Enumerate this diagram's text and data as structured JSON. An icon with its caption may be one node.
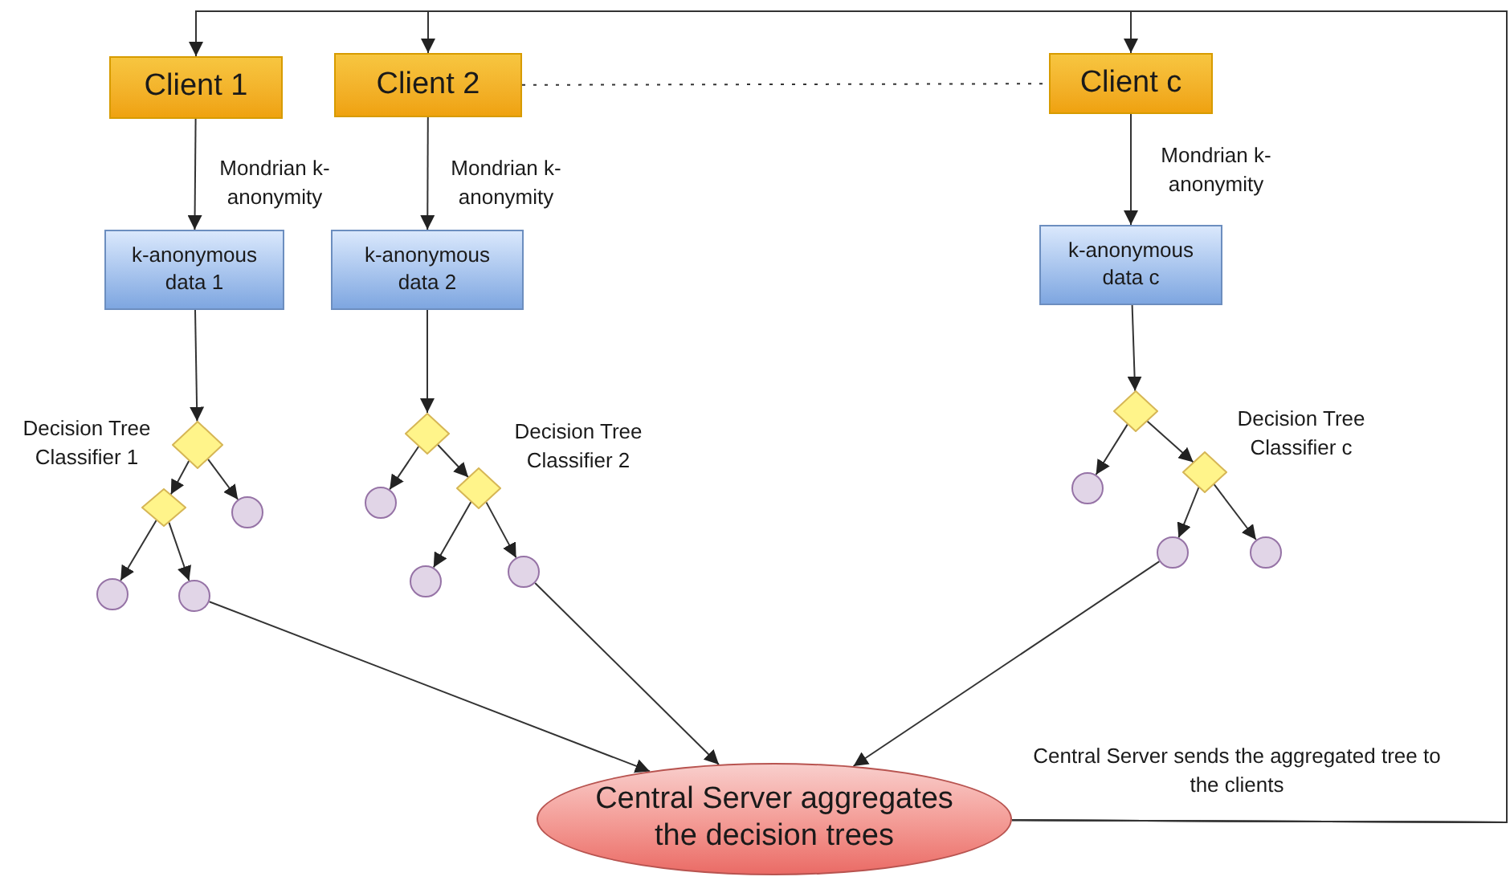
{
  "diagram": {
    "nodes": [
      {
        "text": [
          "Client 1"
        ]
      },
      {
        "text": [
          "Client 2"
        ]
      },
      {
        "text": [
          "Client c"
        ]
      },
      {
        "text": [
          "k-anonymous data 1"
        ]
      },
      {
        "text": [
          "k-anonymous data 2"
        ]
      },
      {
        "text": [
          "k-anonymous data c"
        ]
      },
      {
        "text": [],
        "shape": "diamond"
      },
      {
        "text": [],
        "shape": "diamond"
      },
      {
        "text": [],
        "shape": "circle"
      },
      {
        "text": [],
        "shape": "circle"
      },
      {
        "text": [],
        "shape": "circle"
      },
      {
        "text": [],
        "shape": "diamond"
      },
      {
        "text": [],
        "shape": "circle"
      },
      {
        "text": [],
        "shape": "diamond"
      },
      {
        "text": [],
        "shape": "circle"
      },
      {
        "text": [],
        "shape": "circle"
      },
      {
        "text": [],
        "shape": "diamond"
      },
      {
        "text": [],
        "shape": "circle"
      },
      {
        "text": [],
        "shape": "diamond"
      },
      {
        "text": [],
        "shape": "circle"
      },
      {
        "text": [],
        "shape": "circle"
      },
      {
        "text": [
          "Central Server aggregates the decision trees"
        ]
      }
    ],
    "edges": [
      {
        "from": 0,
        "to": 3,
        "arrow": "to",
        "label": "Mondrian k-anonymity"
      },
      {
        "from": 1,
        "to": 4,
        "arrow": "to",
        "label": "Mondrian k-anonymity"
      },
      {
        "from": 2,
        "to": 5,
        "arrow": "to",
        "label": "Mondrian k-anonymity"
      },
      {
        "from": 1,
        "to": 2,
        "arrow": "none",
        "style": "dashed"
      },
      {
        "from": 3,
        "to": 6,
        "arrow": "to"
      },
      {
        "from": 4,
        "to": 11,
        "arrow": "to"
      },
      {
        "from": 5,
        "to": 16,
        "arrow": "to"
      },
      {
        "from": 6,
        "to": 7,
        "arrow": "to"
      },
      {
        "from": 6,
        "to": 8,
        "arrow": "to"
      },
      {
        "from": 7,
        "to": 9,
        "arrow": "to"
      },
      {
        "from": 7,
        "to": 10,
        "arrow": "to"
      },
      {
        "from": 11,
        "to": 12,
        "arrow": "to"
      },
      {
        "from": 11,
        "to": 13,
        "arrow": "to"
      },
      {
        "from": 13,
        "to": 14,
        "arrow": "to"
      },
      {
        "from": 13,
        "to": 15,
        "arrow": "to"
      },
      {
        "from": 16,
        "to": 17,
        "arrow": "to"
      },
      {
        "from": 16,
        "to": 18,
        "arrow": "to"
      },
      {
        "from": 18,
        "to": 19,
        "arrow": "to"
      },
      {
        "from": 18,
        "to": 20,
        "arrow": "to"
      },
      {
        "from": 10,
        "to": 21,
        "arrow": "to"
      },
      {
        "from": 15,
        "to": 21,
        "arrow": "to"
      },
      {
        "from": 19,
        "to": 21,
        "arrow": "to"
      },
      {
        "from": 21,
        "to": 0,
        "arrow": "to",
        "label": "Central Server sends the aggregated tree to the clients"
      },
      {
        "from": 21,
        "to": 1,
        "arrow": "to"
      },
      {
        "from": 21,
        "to": 2,
        "arrow": "to"
      }
    ],
    "labels": [
      "Decision Tree Classifier 1",
      "Decision Tree Classifier 2",
      "Decision Tree Classifier c"
    ]
  }
}
